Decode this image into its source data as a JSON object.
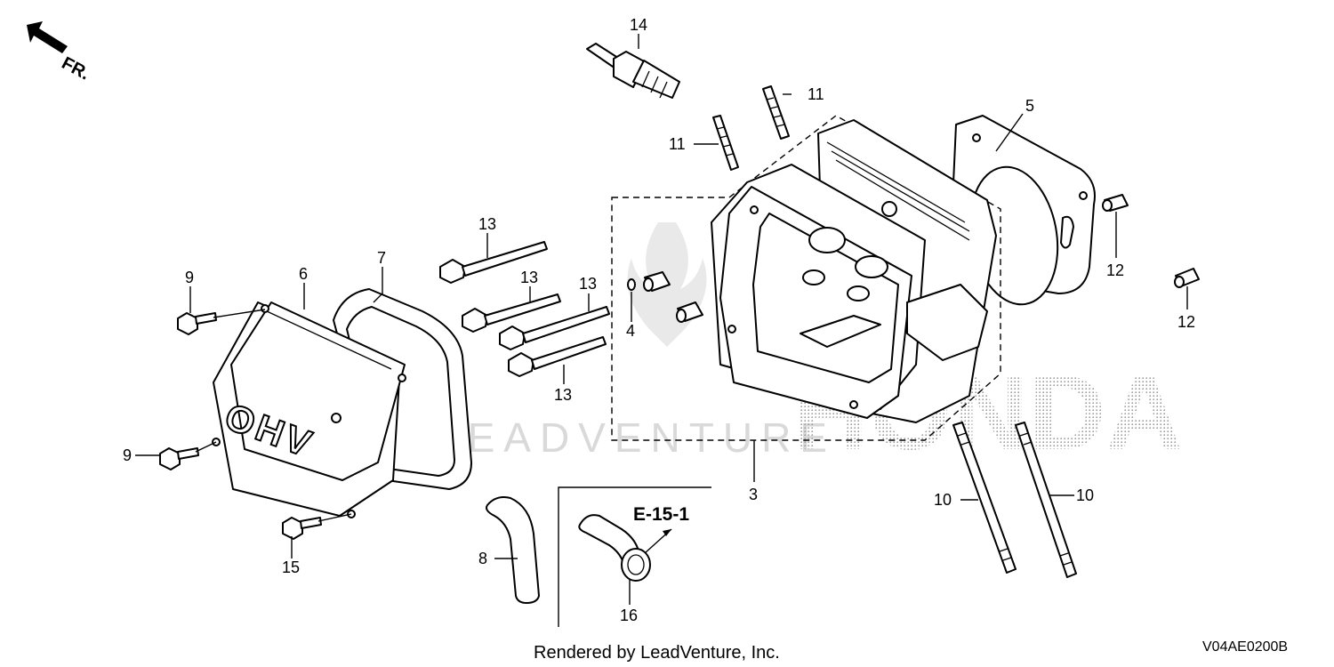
{
  "diagram": {
    "direction_label": "FR.",
    "callouts": [
      {
        "id": "c14",
        "text": "14"
      },
      {
        "id": "c11a",
        "text": "11"
      },
      {
        "id": "c11b",
        "text": "11"
      },
      {
        "id": "c5",
        "text": "5"
      },
      {
        "id": "c13a",
        "text": "13"
      },
      {
        "id": "c13b",
        "text": "13"
      },
      {
        "id": "c13c",
        "text": "13"
      },
      {
        "id": "c13d",
        "text": "13"
      },
      {
        "id": "c7",
        "text": "7"
      },
      {
        "id": "c6",
        "text": "6"
      },
      {
        "id": "c9a",
        "text": "9"
      },
      {
        "id": "c9b",
        "text": "9"
      },
      {
        "id": "c4",
        "text": "4"
      },
      {
        "id": "c12a",
        "text": "12"
      },
      {
        "id": "c12b",
        "text": "12"
      },
      {
        "id": "c3",
        "text": "3"
      },
      {
        "id": "c10a",
        "text": "10"
      },
      {
        "id": "c10b",
        "text": "10"
      },
      {
        "id": "c8",
        "text": "8"
      },
      {
        "id": "c15",
        "text": "15"
      },
      {
        "id": "c16",
        "text": "16"
      }
    ],
    "cover_lettering": "OHV",
    "reference_label": "E-15-1",
    "credit": "Rendered by LeadVenture, Inc.",
    "diagram_code": "V04AE0200B",
    "watermark_text": "LEADVENTURE",
    "watermark_brand": "HONDA"
  }
}
